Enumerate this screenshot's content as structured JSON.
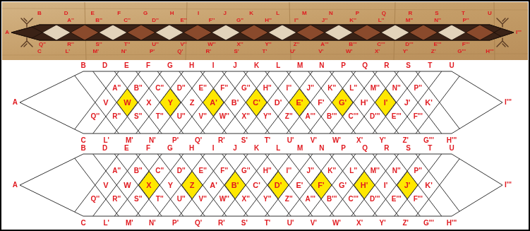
{
  "diagram": {
    "nodes": [
      {
        "text": [
          "W"
        ]
      },
      {
        "text": [
          "Y"
        ]
      },
      {
        "text": [
          "A'"
        ]
      },
      {
        "text": [
          "C'"
        ]
      },
      {
        "text": [
          "E'"
        ]
      },
      {
        "text": [
          "G'"
        ]
      },
      {
        "text": [
          "I'"
        ]
      },
      {
        "text": [
          "X"
        ]
      },
      {
        "text": [
          "Z"
        ]
      },
      {
        "text": [
          "B'"
        ]
      },
      {
        "text": [
          "D'"
        ]
      },
      {
        "text": [
          "F'"
        ]
      },
      {
        "text": [
          "H'"
        ]
      },
      {
        "text": [
          "J'"
        ]
      }
    ],
    "labels": [
      "A",
      "B",
      "D",
      "E",
      "F",
      "G",
      "H",
      "I",
      "J",
      "K",
      "L",
      "M",
      "N",
      "P",
      "Q",
      "R",
      "S",
      "T",
      "U",
      "A''",
      "B''",
      "C''",
      "D''",
      "E''",
      "F''",
      "G''",
      "H''",
      "I''",
      "J''",
      "K''",
      "L''",
      "M''",
      "N''",
      "P''",
      "Q''",
      "R''",
      "S''",
      "T''",
      "U''",
      "V''",
      "W''",
      "X''",
      "Y''",
      "Z''",
      "A'''",
      "B'''",
      "C'''",
      "D'''",
      "E'''",
      "F'''",
      "C",
      "L'",
      "M'",
      "N'",
      "P'",
      "Q'",
      "R'",
      "S'",
      "T'",
      "U'",
      "V'",
      "W'",
      "X'",
      "Y'",
      "Z'",
      "G'''",
      "H'''",
      "I'''",
      "A",
      "B",
      "D",
      "E",
      "F",
      "G",
      "H",
      "I",
      "J",
      "K",
      "L",
      "M",
      "N",
      "P",
      "Q",
      "R",
      "S",
      "T",
      "U",
      "A''",
      "B''",
      "C''",
      "D''",
      "E''",
      "F''",
      "G''",
      "H''",
      "I''",
      "J''",
      "K''",
      "L''",
      "M''",
      "N''",
      "P''",
      "V",
      "X",
      "Z",
      "B'",
      "D'",
      "F'",
      "H'",
      "J'",
      "K'",
      "Q''",
      "R''",
      "S''",
      "T''",
      "U''",
      "V''",
      "W''",
      "X''",
      "Y''",
      "Z''",
      "A'''",
      "B'''",
      "C'''",
      "D'''",
      "E'''",
      "F'''",
      "C",
      "L'",
      "M'",
      "N'",
      "P'",
      "Q'",
      "R'",
      "S'",
      "T'",
      "U'",
      "V'",
      "W'",
      "X'",
      "Y'",
      "Z'",
      "G'''",
      "H'''",
      "I'''",
      "A",
      "B",
      "D",
      "E",
      "F",
      "G",
      "H",
      "I",
      "J",
      "K",
      "L",
      "M",
      "N",
      "P",
      "Q",
      "R",
      "S",
      "T",
      "U",
      "A''",
      "B''",
      "C''",
      "D''",
      "E''",
      "F''",
      "G''",
      "H''",
      "I''",
      "J''",
      "K''",
      "L''",
      "M''",
      "N''",
      "P''",
      "V",
      "W",
      "Y",
      "A'",
      "C'",
      "E'",
      "G'",
      "I'",
      "K'",
      "Q''",
      "R''",
      "S''",
      "T''",
      "U''",
      "V''",
      "W''",
      "X''",
      "Y''",
      "Z''",
      "A'''",
      "B'''",
      "C'''",
      "D'''",
      "E'''",
      "F'''",
      "C",
      "L'",
      "M'",
      "N'",
      "P'",
      "Q'",
      "R'",
      "S'",
      "T'",
      "U'",
      "V'",
      "W'",
      "X'",
      "Y'",
      "Z'",
      "G'''",
      "H'''",
      "I'''"
    ]
  }
}
